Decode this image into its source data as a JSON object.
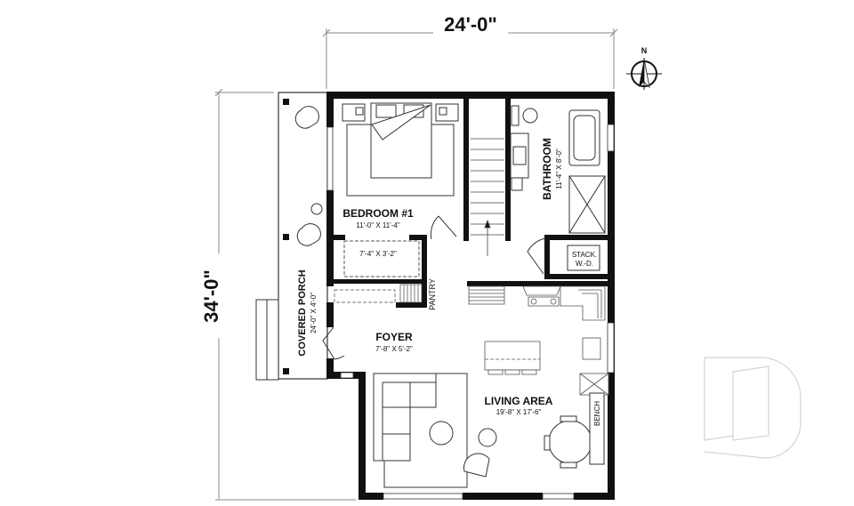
{
  "plan": {
    "width_dim": "24'-0\"",
    "depth_dim": "34'-0\"",
    "north_label": "N"
  },
  "rooms": {
    "bedroom": {
      "name": "BEDROOM #1",
      "size": "11'-0\" X 11'-4\""
    },
    "closet": {
      "size": "7'-4\" X 3'-2\""
    },
    "bathroom": {
      "name": "BATHROOM",
      "size": "11'-4\" X 8'-0\""
    },
    "laundry": {
      "line1": "STACK.",
      "line2": "W.-D."
    },
    "pantry": {
      "name": "PANTRY"
    },
    "foyer": {
      "name": "FOYER",
      "size": "7'-8\" X 5'-2\""
    },
    "living": {
      "name": "LIVING AREA",
      "size": "19'-8\" X 17'-6\""
    },
    "bench": {
      "name": "BENCH"
    },
    "porch": {
      "name": "COVERED PORCH",
      "size": "24'-0\" X 4'-0\""
    }
  },
  "colors": {
    "wall": "#111111",
    "line": "#333333",
    "dim": "#888888",
    "watermark": "#d4d4d4"
  }
}
